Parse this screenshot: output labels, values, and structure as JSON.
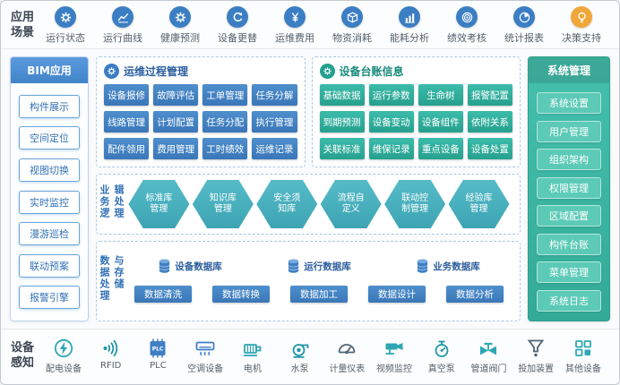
{
  "colors": {
    "blue": "#3b7ec3",
    "teal": "#2fae9d",
    "hex_teal": "#47aebc",
    "yellow": "#f0a73a"
  },
  "top": {
    "section_label": "应用场景",
    "items": [
      {
        "label": "运行状态",
        "icon": "gear-icon"
      },
      {
        "label": "运行曲线",
        "icon": "line-chart-icon"
      },
      {
        "label": "健康预测",
        "icon": "gear-icon"
      },
      {
        "label": "设备更替",
        "icon": "refresh-icon"
      },
      {
        "label": "运维费用",
        "icon": "money-icon"
      },
      {
        "label": "物资消耗",
        "icon": "material-box-icon"
      },
      {
        "label": "能耗分析",
        "icon": "bar-chart-icon"
      },
      {
        "label": "绩效考核",
        "icon": "target-icon"
      },
      {
        "label": "统计报表",
        "icon": "pie-chart-icon"
      },
      {
        "label": "决策支持",
        "icon": "bulb-icon"
      }
    ]
  },
  "bim": {
    "title": "BIM应用",
    "items": [
      "构件展示",
      "空间定位",
      "视图切换",
      "实时监控",
      "漫游巡检",
      "联动预案",
      "报警引擎"
    ]
  },
  "process": {
    "title": "运维过程管理",
    "buttons": [
      "设备报修",
      "故障评估",
      "工单管理",
      "任务分解",
      "线路管理",
      "计划配置",
      "任务分配",
      "执行管理",
      "配件领用",
      "费用管理",
      "工时绩效",
      "运维记录"
    ]
  },
  "ledger": {
    "title": "设备台账信息",
    "buttons": [
      "基础数据",
      "运行参数",
      "生命树",
      "报警配置",
      "到期预测",
      "设备变动",
      "设备组件",
      "依附关系",
      "关联标准",
      "维保记录",
      "重点设备",
      "设备处置"
    ]
  },
  "logic": {
    "section_label": "业务逻辑处理",
    "hexagons": [
      "标准库管理",
      "知识库管理",
      "安全须知库",
      "流程自定义",
      "联动控制管理",
      "经验库管理"
    ]
  },
  "data_layer": {
    "section_label": "数据处理与存储",
    "databases": [
      "设备数据库",
      "运行数据库",
      "业务数据库"
    ],
    "buttons": [
      "数据清洗",
      "数据转换",
      "数据加工",
      "数据设计",
      "数据分析"
    ]
  },
  "system": {
    "title": "系统管理",
    "items": [
      "系统设置",
      "用户管理",
      "组织架构",
      "权限管理",
      "区域配置",
      "构件台账",
      "菜单管理",
      "系统日志"
    ]
  },
  "bottom": {
    "section_label": "设备感知",
    "items": [
      {
        "label": "配电设备",
        "icon": "power-icon"
      },
      {
        "label": "RFID",
        "icon": "rfid-icon"
      },
      {
        "label": "PLC",
        "icon": "plc-chip-icon"
      },
      {
        "label": "空调设备",
        "icon": "air-conditioner-icon"
      },
      {
        "label": "电机",
        "icon": "motor-icon"
      },
      {
        "label": "水泵",
        "icon": "water-pump-icon"
      },
      {
        "label": "计量仪表",
        "icon": "gauge-icon"
      },
      {
        "label": "视频监控",
        "icon": "camera-icon"
      },
      {
        "label": "真空泵",
        "icon": "vacuum-pump-icon"
      },
      {
        "label": "管道阀门",
        "icon": "valve-icon"
      },
      {
        "label": "投加装置",
        "icon": "dosing-icon"
      },
      {
        "label": "其他设备",
        "icon": "other-devices-icon"
      }
    ]
  }
}
